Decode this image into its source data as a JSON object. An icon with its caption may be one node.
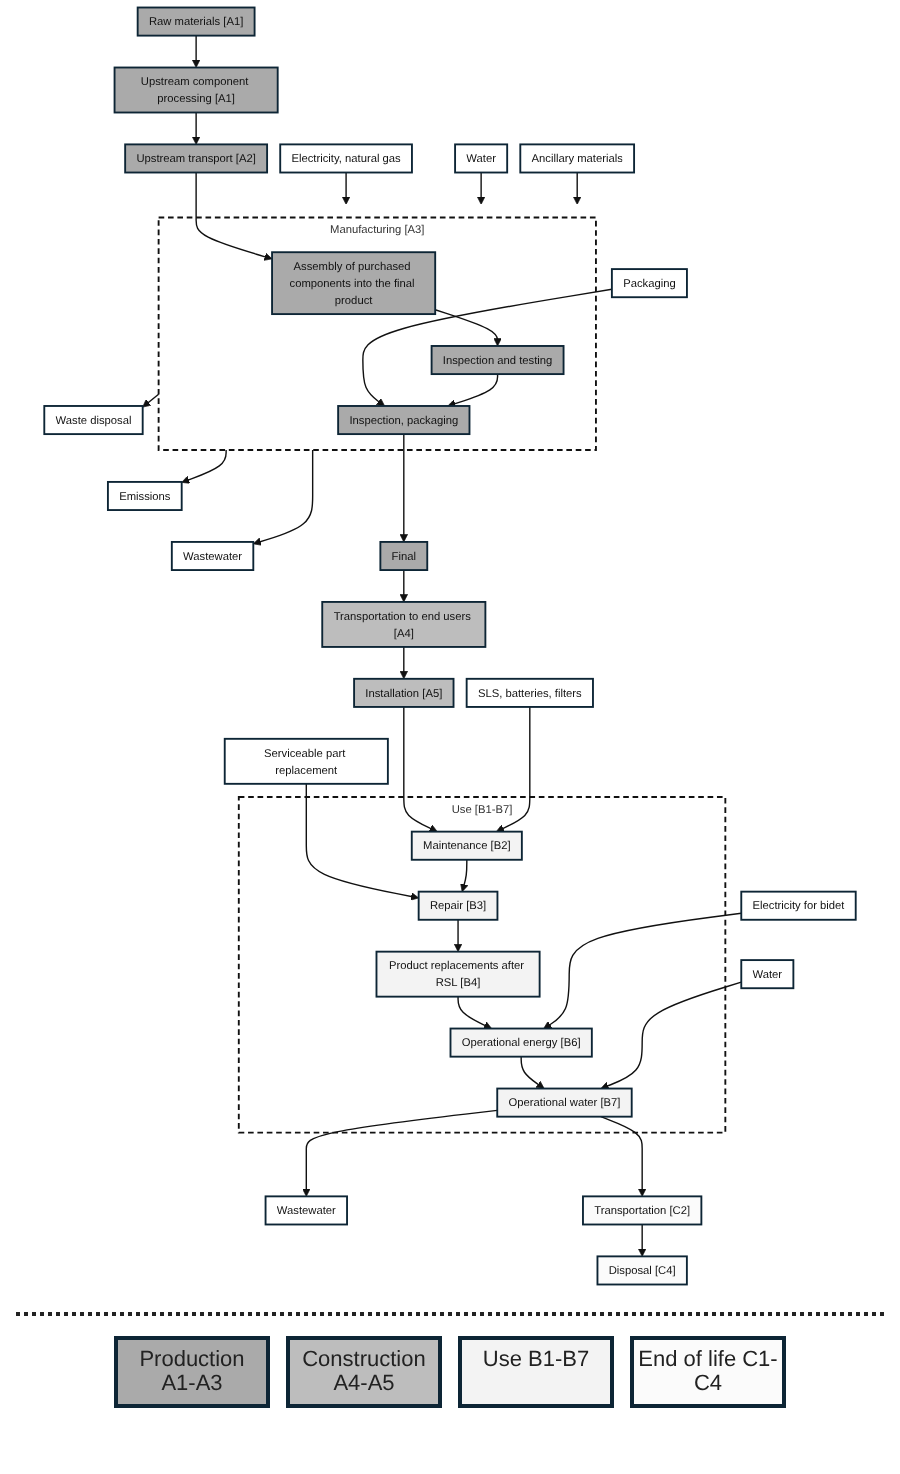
{
  "diagram": {
    "nodes": [
      {
        "text": [
          "Raw materials [A1]"
        ]
      },
      {
        "text": [
          "Upstream component processing [A1]"
        ]
      },
      {
        "text": [
          "Upstream transport [A2]"
        ]
      },
      {
        "text": [
          "Electricity, natural gas"
        ]
      },
      {
        "text": [
          "Water"
        ]
      },
      {
        "text": [
          "Ancillary materials"
        ]
      },
      {
        "text": [
          "Packaging"
        ]
      },
      {
        "text": [
          "Manufacturing [A3]"
        ]
      },
      {
        "text": [
          "Assembly of purchased components into the final product"
        ],
        "in": 7
      },
      {
        "text": [
          "Inspection and testing"
        ],
        "in": 7
      },
      {
        "text": [
          "Inspection, packaging"
        ],
        "in": 7
      },
      {
        "text": [
          "Waste disposal"
        ]
      },
      {
        "text": [
          "Emissions"
        ]
      },
      {
        "text": [
          "Wastewater"
        ]
      },
      {
        "text": [
          "Final"
        ]
      },
      {
        "text": [
          "Transportation to end users [A4]"
        ]
      },
      {
        "text": [
          "Installation [A5]"
        ]
      },
      {
        "text": [
          "SLS, batteries, filters"
        ]
      },
      {
        "text": [
          "Serviceable part replacement"
        ]
      },
      {
        "text": [
          "Use [B1-B7]"
        ]
      },
      {
        "text": [
          "Maintenance [B2]"
        ],
        "in": 19
      },
      {
        "text": [
          "Repair [B3]"
        ],
        "in": 19
      },
      {
        "text": [
          "Product replacements after RSL [B4]"
        ],
        "in": 19
      },
      {
        "text": [
          "Electricity for bidet"
        ]
      },
      {
        "text": [
          "Operational energy [B6]"
        ],
        "in": 19
      },
      {
        "text": [
          "Water"
        ]
      },
      {
        "text": [
          "Operational water [B7]"
        ],
        "in": 19
      },
      {
        "text": [
          "Wastewater"
        ]
      },
      {
        "text": [
          "Transportation [C2]"
        ]
      },
      {
        "text": [
          "Disposal [C4]"
        ]
      }
    ],
    "edges": [
      {
        "from": 0,
        "to": 1,
        "arrow": "to"
      },
      {
        "from": 1,
        "to": 2,
        "arrow": "to"
      },
      {
        "from": 2,
        "to": 8,
        "arrow": "to"
      },
      {
        "from": 3,
        "to": 7,
        "arrow": "to"
      },
      {
        "from": 4,
        "to": 7,
        "arrow": "to"
      },
      {
        "from": 5,
        "to": 7,
        "arrow": "to"
      },
      {
        "from": 6,
        "to": 10,
        "arrow": "to"
      },
      {
        "from": 8,
        "to": 9,
        "arrow": "to"
      },
      {
        "from": 9,
        "to": 10,
        "arrow": "to"
      },
      {
        "from": 7,
        "to": 11,
        "arrow": "to"
      },
      {
        "from": 7,
        "to": 12,
        "arrow": "to"
      },
      {
        "from": 7,
        "to": 13,
        "arrow": "to"
      },
      {
        "from": 10,
        "to": 14,
        "arrow": "to"
      },
      {
        "from": 14,
        "to": 15,
        "arrow": "to"
      },
      {
        "from": 15,
        "to": 16,
        "arrow": "to"
      },
      {
        "from": 16,
        "to": 20,
        "arrow": "to"
      },
      {
        "from": 17,
        "to": 20,
        "arrow": "to"
      },
      {
        "from": 18,
        "to": 21,
        "arrow": "to"
      },
      {
        "from": 20,
        "to": 21,
        "arrow": "to"
      },
      {
        "from": 21,
        "to": 22,
        "arrow": "to"
      },
      {
        "from": 22,
        "to": 24,
        "arrow": "to"
      },
      {
        "from": 23,
        "to": 24,
        "arrow": "to"
      },
      {
        "from": 24,
        "to": 26,
        "arrow": "to"
      },
      {
        "from": 25,
        "to": 26,
        "arrow": "to"
      },
      {
        "from": 26,
        "to": 27,
        "arrow": "to"
      },
      {
        "from": 26,
        "to": 28,
        "arrow": "to"
      },
      {
        "from": 28,
        "to": 29,
        "arrow": "to"
      }
    ],
    "legend": [
      {
        "text": "Production A1-A3"
      },
      {
        "text": "Construction A4-A5"
      },
      {
        "text": "Use B1-B7"
      },
      {
        "text": "End of life C1-C4"
      }
    ]
  }
}
